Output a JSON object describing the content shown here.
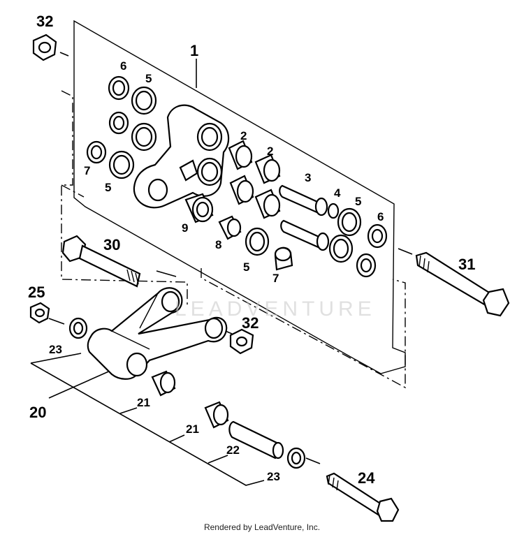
{
  "labels": {
    "p1": "1",
    "p2a": "2",
    "p2b": "2",
    "p3": "3",
    "p4": "4",
    "p5a": "5",
    "p5b": "5",
    "p5c": "5",
    "p5d": "5",
    "p6a": "6",
    "p6b": "6",
    "p7a": "7",
    "p7b": "7",
    "p8": "8",
    "p9": "9",
    "p20": "20",
    "p21a": "21",
    "p21b": "21",
    "p22": "22",
    "p23a": "23",
    "p23b": "23",
    "p24": "24",
    "p25": "25",
    "p30": "30",
    "p31": "31",
    "p32a": "32",
    "p32b": "32"
  },
  "watermark": "LEADVENTURE",
  "footer": "Rendered by LeadVenture, Inc."
}
